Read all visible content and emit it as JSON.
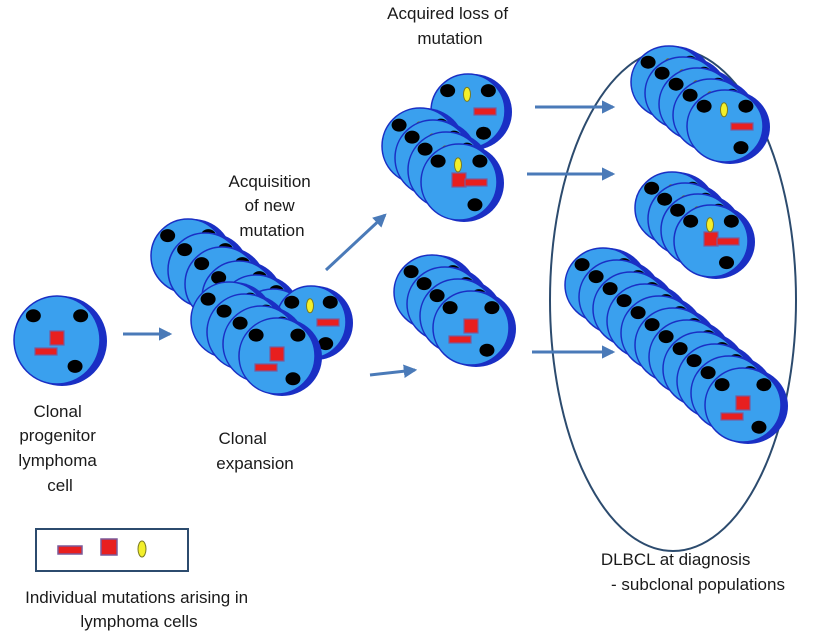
{
  "labels": {
    "progenitor": [
      "Clonal",
      "progenitor",
      "lymphoma",
      "cell"
    ],
    "expansion": [
      "Clonal",
      "expansion"
    ],
    "acquisition": [
      "Acquisition",
      "of new",
      "mutation"
    ],
    "loss": [
      "Acquired loss of",
      "mutation"
    ],
    "diagnosis": [
      "DLBCL at  diagnosis",
      "- subclonal populations"
    ],
    "legend": [
      "Individual mutations arising in",
      "lymphoma cells"
    ]
  },
  "legend_items": [
    {
      "icon": "bar-mutation-icon"
    },
    {
      "icon": "square-mutation-icon"
    },
    {
      "icon": "oval-mutation-icon"
    }
  ],
  "colors": {
    "cell_body": "#3aa0ee",
    "cell_rim": "#1a2fc4",
    "nucleus_dot": "#000000",
    "mutation": "#e81f1f",
    "mutation_edge": "#7a5a9a",
    "oval_mutation": "#f3ef2a",
    "arrow": "#4a7ab8",
    "ellipse": "#2c4b6e"
  }
}
